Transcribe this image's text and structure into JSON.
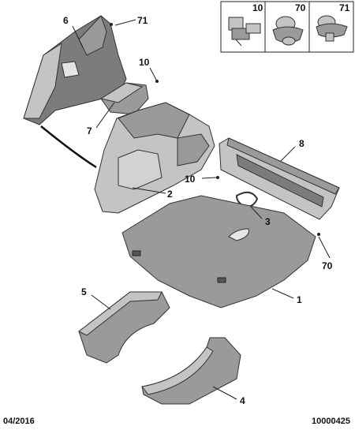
{
  "callouts": {
    "c1": "1",
    "c2": "2",
    "c3": "3",
    "c4": "4",
    "c5": "5",
    "c6": "6",
    "c7": "7",
    "c8": "8",
    "c10a": "10",
    "c10b": "10",
    "c70": "70",
    "c71": "71"
  },
  "legend": {
    "a": "10",
    "b": "70",
    "c": "71"
  },
  "footer": {
    "date": "04/2016",
    "ref": "10000425"
  }
}
